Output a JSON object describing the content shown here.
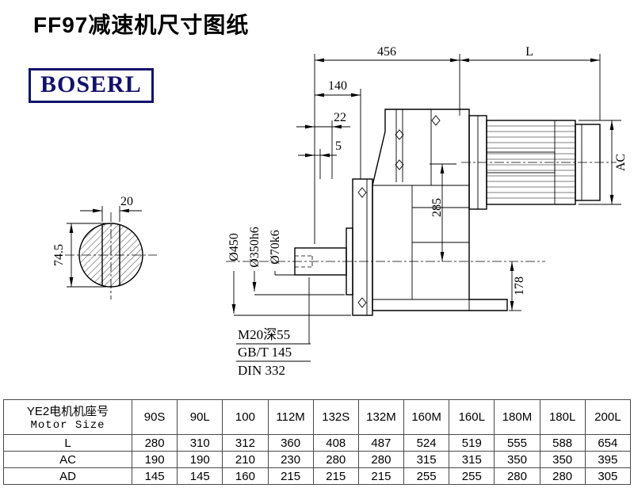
{
  "page": {
    "title": "FF97减速机尺寸图纸",
    "logo_text": "BOSERL"
  },
  "drawing": {
    "dim_456": "456",
    "dim_L": "L",
    "dim_140": "140",
    "dim_22": "22",
    "dim_5": "5",
    "dim_285": "285",
    "dim_AC": "AC",
    "dim_178": "178",
    "dia_flange": "Ø450",
    "dia_spigot": "Ø350h6",
    "dia_shaft": "Ø70k6",
    "dim_key_width": "20",
    "dim_key_height": "74.5",
    "note_tap": "M20深55",
    "note_gb": "GB/T 145",
    "note_din": "DIN 332"
  },
  "table": {
    "header_cn": "YE2电机机座号",
    "header_en": "Motor Size",
    "sizes": [
      "90S",
      "90L",
      "100",
      "112M",
      "132S",
      "132M",
      "160M",
      "160L",
      "180M",
      "180L",
      "200L"
    ],
    "rows": [
      {
        "label": "L",
        "values": [
          "280",
          "310",
          "312",
          "360",
          "408",
          "487",
          "524",
          "519",
          "555",
          "588",
          "654"
        ]
      },
      {
        "label": "AC",
        "values": [
          "190",
          "190",
          "210",
          "230",
          "280",
          "280",
          "315",
          "315",
          "350",
          "350",
          "395"
        ]
      },
      {
        "label": "AD",
        "values": [
          "145",
          "145",
          "160",
          "215",
          "215",
          "215",
          "255",
          "255",
          "280",
          "280",
          "305"
        ]
      }
    ]
  }
}
